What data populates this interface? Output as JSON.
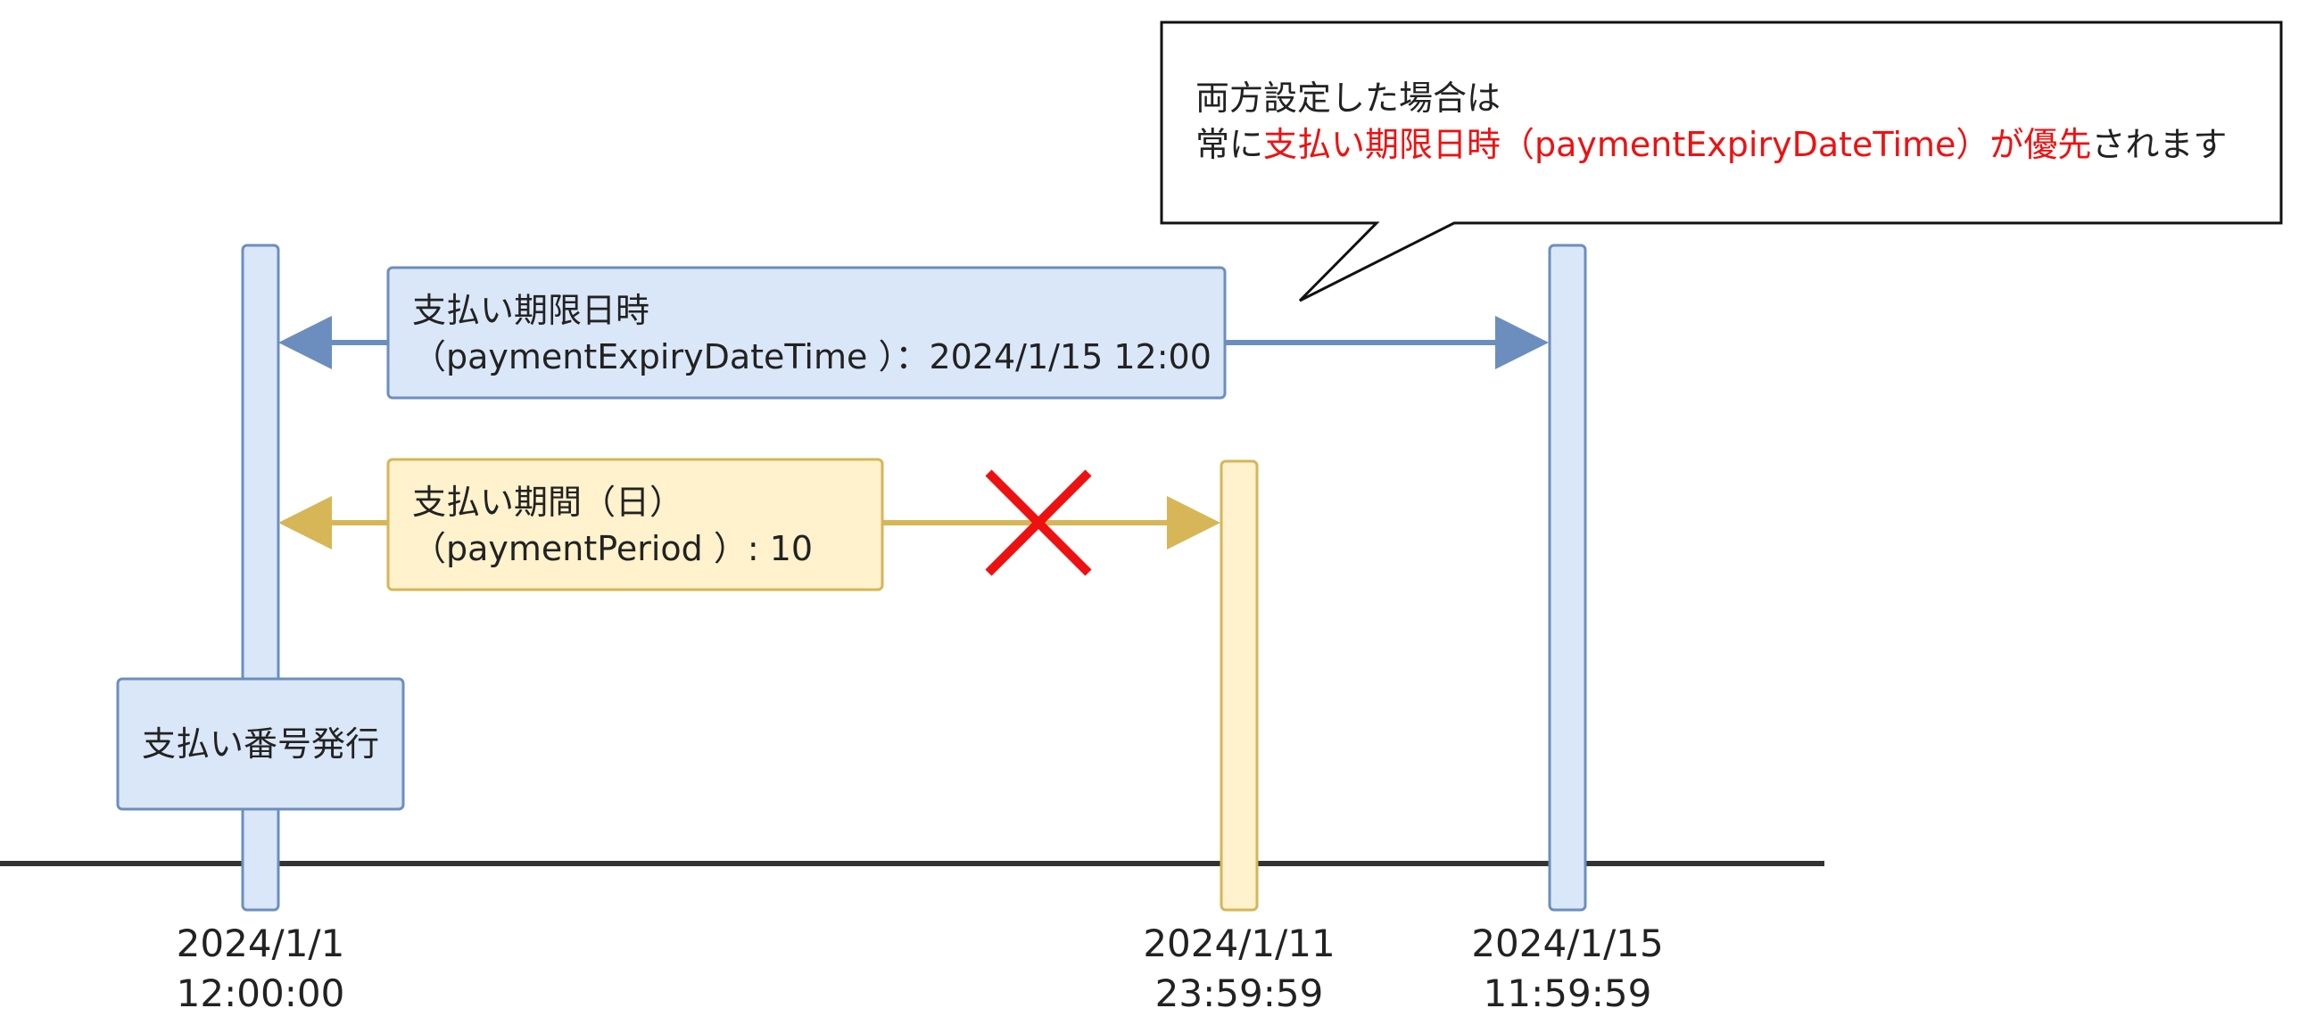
{
  "colors": {
    "blue_fill": "#dae7f8",
    "blue_stroke": "#6c8ebf",
    "yellow_fill": "#fff2cc",
    "yellow_stroke": "#d6b656",
    "red": "#ee1111",
    "timeline": "#333333"
  },
  "callout": {
    "line1": "両方設定した場合は",
    "line2_prefix": "常に",
    "line2_highlight": "支払い期限日時（paymentExpiryDateTime）が優先",
    "line2_suffix": "されます"
  },
  "expiry_box": {
    "line1": "支払い期限日時",
    "line2": "（paymentExpiryDateTime ）：2024/1/15 12:00"
  },
  "period_box": {
    "line1": "支払い期間（日）",
    "line2": "（paymentPeriod ）: 10"
  },
  "issue_box": {
    "label": "支払い番号発行"
  },
  "dates": [
    {
      "date": "2024/1/1",
      "time": "12:00:00"
    },
    {
      "date": "2024/1/11",
      "time": "23:59:59"
    },
    {
      "date": "2024/1/15",
      "time": "11:59:59"
    }
  ],
  "icons": {
    "cross": "cross-icon"
  }
}
